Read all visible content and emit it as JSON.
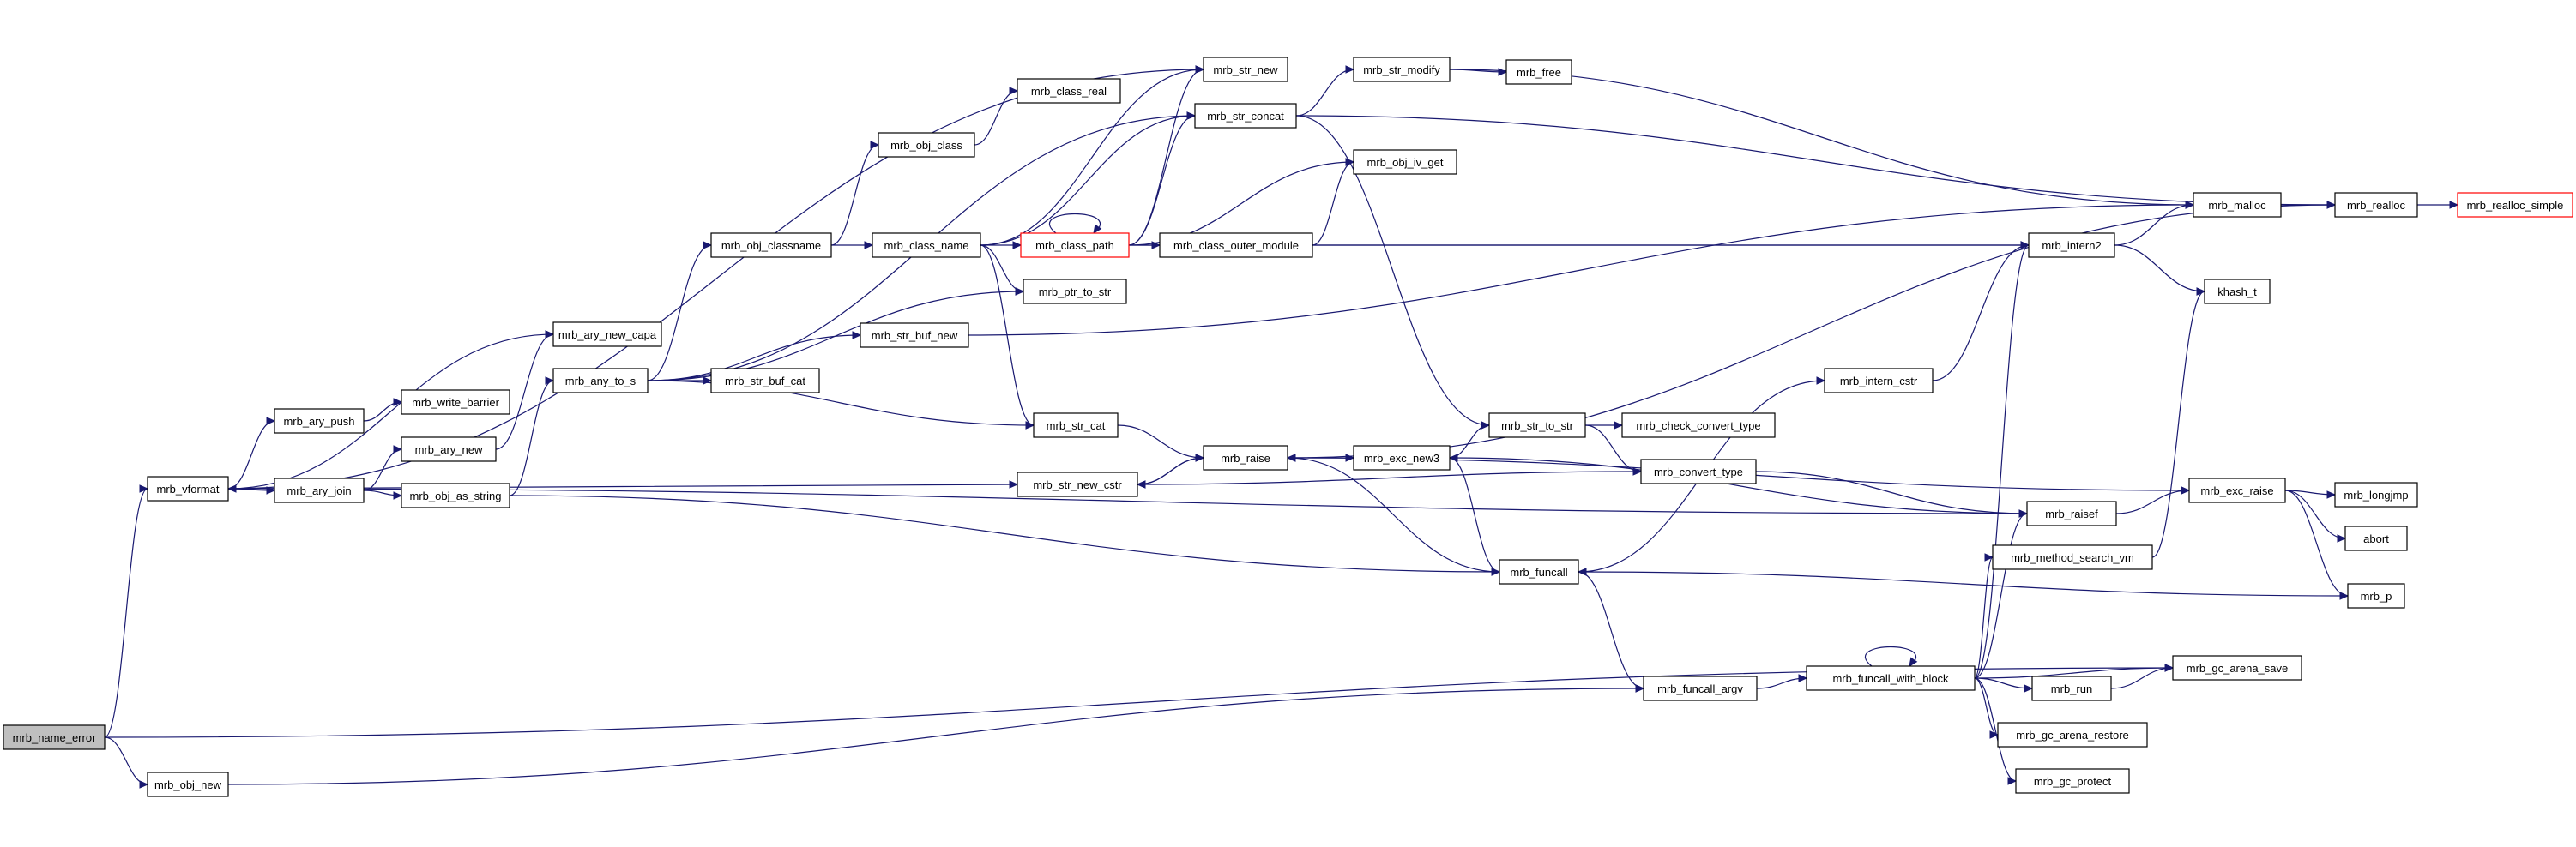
{
  "graph": {
    "nodes": [
      {
        "id": "mrb_name_error",
        "label": "mrb_name_error",
        "style": "root"
      },
      {
        "id": "mrb_vformat",
        "label": "mrb_vformat"
      },
      {
        "id": "mrb_obj_new",
        "label": "mrb_obj_new"
      },
      {
        "id": "mrb_ary_push",
        "label": "mrb_ary_push"
      },
      {
        "id": "mrb_ary_join",
        "label": "mrb_ary_join"
      },
      {
        "id": "mrb_write_barrier",
        "label": "mrb_write_barrier"
      },
      {
        "id": "mrb_ary_new",
        "label": "mrb_ary_new"
      },
      {
        "id": "mrb_obj_as_string",
        "label": "mrb_obj_as_string"
      },
      {
        "id": "mrb_ary_new_capa",
        "label": "mrb_ary_new_capa"
      },
      {
        "id": "mrb_any_to_s",
        "label": "mrb_any_to_s"
      },
      {
        "id": "mrb_obj_classname",
        "label": "mrb_obj_classname"
      },
      {
        "id": "mrb_str_buf_cat",
        "label": "mrb_str_buf_cat"
      },
      {
        "id": "mrb_str_buf_new",
        "label": "mrb_str_buf_new"
      },
      {
        "id": "mrb_obj_class",
        "label": "mrb_obj_class"
      },
      {
        "id": "mrb_class_name",
        "label": "mrb_class_name"
      },
      {
        "id": "mrb_class_real",
        "label": "mrb_class_real"
      },
      {
        "id": "mrb_ptr_to_str",
        "label": "mrb_ptr_to_str"
      },
      {
        "id": "mrb_str_cat",
        "label": "mrb_str_cat"
      },
      {
        "id": "mrb_str_new_cstr",
        "label": "mrb_str_new_cstr"
      },
      {
        "id": "mrb_class_path",
        "label": "mrb_class_path",
        "style": "truncated"
      },
      {
        "id": "mrb_str_new",
        "label": "mrb_str_new"
      },
      {
        "id": "mrb_str_concat",
        "label": "mrb_str_concat"
      },
      {
        "id": "mrb_class_outer_module",
        "label": "mrb_class_outer_module"
      },
      {
        "id": "mrb_raise",
        "label": "mrb_raise"
      },
      {
        "id": "mrb_str_modify",
        "label": "mrb_str_modify"
      },
      {
        "id": "mrb_free",
        "label": "mrb_free"
      },
      {
        "id": "mrb_obj_iv_get",
        "label": "mrb_obj_iv_get"
      },
      {
        "id": "mrb_exc_new3",
        "label": "mrb_exc_new3"
      },
      {
        "id": "mrb_str_to_str",
        "label": "mrb_str_to_str"
      },
      {
        "id": "mrb_check_convert_type",
        "label": "mrb_check_convert_type"
      },
      {
        "id": "mrb_convert_type",
        "label": "mrb_convert_type"
      },
      {
        "id": "mrb_funcall",
        "label": "mrb_funcall"
      },
      {
        "id": "mrb_funcall_argv",
        "label": "mrb_funcall_argv"
      },
      {
        "id": "mrb_intern_cstr",
        "label": "mrb_intern_cstr"
      },
      {
        "id": "mrb_funcall_with_block",
        "label": "mrb_funcall_with_block"
      },
      {
        "id": "mrb_intern2",
        "label": "mrb_intern2"
      },
      {
        "id": "mrb_raisef",
        "label": "mrb_raisef"
      },
      {
        "id": "mrb_method_search_vm",
        "label": "mrb_method_search_vm"
      },
      {
        "id": "mrb_run",
        "label": "mrb_run"
      },
      {
        "id": "mrb_gc_arena_restore",
        "label": "mrb_gc_arena_restore"
      },
      {
        "id": "mrb_gc_protect",
        "label": "mrb_gc_protect"
      },
      {
        "id": "mrb_malloc",
        "label": "mrb_malloc"
      },
      {
        "id": "khash_t",
        "label": "khash_t"
      },
      {
        "id": "mrb_exc_raise",
        "label": "mrb_exc_raise"
      },
      {
        "id": "mrb_gc_arena_save",
        "label": "mrb_gc_arena_save"
      },
      {
        "id": "mrb_realloc",
        "label": "mrb_realloc"
      },
      {
        "id": "mrb_longjmp",
        "label": "mrb_longjmp"
      },
      {
        "id": "abort",
        "label": "abort"
      },
      {
        "id": "mrb_p",
        "label": "mrb_p"
      },
      {
        "id": "mrb_realloc_simple",
        "label": "mrb_realloc_simple",
        "style": "truncated"
      }
    ],
    "edges": [
      [
        "mrb_name_error",
        "mrb_vformat"
      ],
      [
        "mrb_name_error",
        "mrb_obj_new"
      ],
      [
        "mrb_name_error",
        "mrb_gc_arena_save"
      ],
      [
        "mrb_vformat",
        "mrb_ary_new_capa"
      ],
      [
        "mrb_vformat",
        "mrb_ary_push"
      ],
      [
        "mrb_vformat",
        "mrb_ary_join"
      ],
      [
        "mrb_vformat",
        "mrb_str_new"
      ],
      [
        "mrb_vformat",
        "mrb_str_new_cstr"
      ],
      [
        "mrb_ary_push",
        "mrb_write_barrier"
      ],
      [
        "mrb_ary_join",
        "mrb_ary_new"
      ],
      [
        "mrb_ary_join",
        "mrb_obj_as_string"
      ],
      [
        "mrb_ary_new",
        "mrb_ary_new_capa"
      ],
      [
        "mrb_obj_as_string",
        "mrb_any_to_s"
      ],
      [
        "mrb_obj_as_string",
        "mrb_funcall"
      ],
      [
        "mrb_any_to_s",
        "mrb_obj_classname"
      ],
      [
        "mrb_any_to_s",
        "mrb_str_buf_cat"
      ],
      [
        "mrb_any_to_s",
        "mrb_str_buf_new"
      ],
      [
        "mrb_any_to_s",
        "mrb_ptr_to_str"
      ],
      [
        "mrb_any_to_s",
        "mrb_str_cat"
      ],
      [
        "mrb_any_to_s",
        "mrb_str_concat"
      ],
      [
        "mrb_obj_classname",
        "mrb_obj_class"
      ],
      [
        "mrb_obj_classname",
        "mrb_class_name"
      ],
      [
        "mrb_obj_class",
        "mrb_class_real"
      ],
      [
        "mrb_class_name",
        "mrb_class_path"
      ],
      [
        "mrb_class_name",
        "mrb_ptr_to_str"
      ],
      [
        "mrb_class_name",
        "mrb_str_cat"
      ],
      [
        "mrb_class_name",
        "mrb_str_new"
      ],
      [
        "mrb_class_name",
        "mrb_str_concat"
      ],
      [
        "mrb_class_path",
        "mrb_class_path"
      ],
      [
        "mrb_class_path",
        "mrb_str_new"
      ],
      [
        "mrb_class_path",
        "mrb_str_concat"
      ],
      [
        "mrb_class_path",
        "mrb_class_outer_module"
      ],
      [
        "mrb_class_path",
        "mrb_obj_iv_get"
      ],
      [
        "mrb_class_path",
        "mrb_intern2"
      ],
      [
        "mrb_class_outer_module",
        "mrb_obj_iv_get"
      ],
      [
        "mrb_class_outer_module",
        "mrb_intern2"
      ],
      [
        "mrb_str_buf_new",
        "mrb_malloc"
      ],
      [
        "mrb_str_concat",
        "mrb_str_modify"
      ],
      [
        "mrb_str_concat",
        "mrb_str_to_str"
      ],
      [
        "mrb_str_concat",
        "mrb_realloc"
      ],
      [
        "mrb_str_modify",
        "mrb_free"
      ],
      [
        "mrb_str_modify",
        "mrb_malloc"
      ],
      [
        "mrb_str_cat",
        "mrb_raise"
      ],
      [
        "mrb_raise",
        "mrb_str_new_cstr"
      ],
      [
        "mrb_raise",
        "mrb_exc_new3"
      ],
      [
        "mrb_raise",
        "mrb_exc_raise"
      ],
      [
        "mrb_str_new_cstr",
        "mrb_raise"
      ],
      [
        "mrb_exc_new3",
        "mrb_str_to_str"
      ],
      [
        "mrb_exc_new3",
        "mrb_funcall"
      ],
      [
        "mrb_str_to_str",
        "mrb_check_convert_type"
      ],
      [
        "mrb_str_to_str",
        "mrb_convert_type"
      ],
      [
        "mrb_convert_type",
        "mrb_str_new_cstr"
      ],
      [
        "mrb_convert_type",
        "mrb_raisef"
      ],
      [
        "mrb_funcall",
        "mrb_raise"
      ],
      [
        "mrb_funcall",
        "mrb_intern_cstr"
      ],
      [
        "mrb_funcall",
        "mrb_funcall_argv"
      ],
      [
        "mrb_obj_new",
        "mrb_funcall_argv"
      ],
      [
        "mrb_funcall_argv",
        "mrb_funcall_with_block"
      ],
      [
        "mrb_intern_cstr",
        "mrb_intern2"
      ],
      [
        "mrb_funcall_with_block",
        "mrb_funcall_with_block"
      ],
      [
        "mrb_funcall_with_block",
        "mrb_intern2"
      ],
      [
        "mrb_funcall_with_block",
        "mrb_raisef"
      ],
      [
        "mrb_funcall_with_block",
        "mrb_method_search_vm"
      ],
      [
        "mrb_funcall_with_block",
        "mrb_run"
      ],
      [
        "mrb_funcall_with_block",
        "mrb_gc_arena_restore"
      ],
      [
        "mrb_funcall_with_block",
        "mrb_gc_protect"
      ],
      [
        "mrb_funcall_with_block",
        "mrb_gc_arena_save"
      ],
      [
        "mrb_run",
        "mrb_gc_arena_save"
      ],
      [
        "mrb_raisef",
        "mrb_vformat"
      ],
      [
        "mrb_raisef",
        "mrb_exc_new3"
      ],
      [
        "mrb_raisef",
        "mrb_exc_raise"
      ],
      [
        "mrb_method_search_vm",
        "khash_t"
      ],
      [
        "mrb_intern2",
        "mrb_malloc"
      ],
      [
        "mrb_intern2",
        "khash_t"
      ],
      [
        "mrb_malloc",
        "mrb_realloc"
      ],
      [
        "mrb_realloc",
        "mrb_realloc_simple"
      ],
      [
        "mrb_realloc",
        "mrb_raise"
      ],
      [
        "mrb_exc_raise",
        "mrb_longjmp"
      ],
      [
        "mrb_exc_raise",
        "abort"
      ],
      [
        "mrb_exc_raise",
        "mrb_p"
      ],
      [
        "mrb_p",
        "mrb_funcall"
      ]
    ]
  }
}
